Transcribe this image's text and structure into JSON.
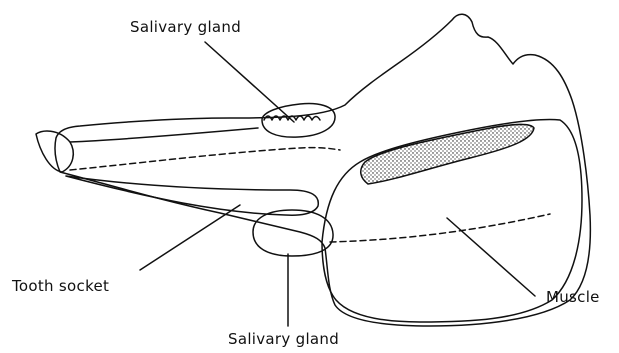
{
  "labels": {
    "salivary_gland_top": "Salivary gland",
    "tooth_socket": "Tooth socket",
    "muscle": "Muscle",
    "salivary_gland_bottom": "Salivary gland"
  },
  "colors": {
    "ink": "#111111",
    "background": "#ffffff"
  }
}
